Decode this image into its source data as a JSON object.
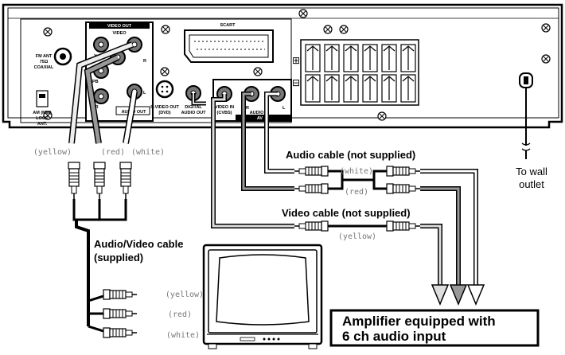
{
  "panel": {
    "video_out_header": "VIDEO OUT",
    "video_label": "VIDEO",
    "scart_label": "SCART",
    "fm_ant_line1": "FM ANT",
    "fm_ant_line2": "75Ω",
    "fm_ant_line3": "COAXIAL",
    "am_ant_line1": "AM (MW)",
    "am_ant_line2": "LOOP",
    "am_ant_line3": "ANT.",
    "pb_label": "PB",
    "pr_label": "PR",
    "y_label": "Y",
    "audio_out_label": "AUDIO OUT",
    "r_label": "R",
    "l_label": "L",
    "svideo_line1": "S-VIDEO OUT",
    "svideo_line2": "(DVD)",
    "digital_line1": "DIGITAL",
    "digital_line2": "AUDIO OUT",
    "video_in_line1": "VIDEO IN",
    "video_in_line2": "(CVBS)",
    "audio_in_label": "AUDIO IN",
    "av_in_label": "AV IN",
    "plus_label": "⊞",
    "minus_label": "⊟"
  },
  "cables": {
    "left_yellow": "(yellow)",
    "left_red": "(red)",
    "left_white": "(white)",
    "audio_cable_title": "Audio cable (not supplied)",
    "audio_white": "(white)",
    "audio_red": "(red)",
    "video_cable_title": "Video cable (not supplied)",
    "video_yellow": "(yellow)",
    "av_cable_title_line1": "Audio/Video cable",
    "av_cable_title_line2": "(supplied)",
    "tv_yellow": "(yellow)",
    "tv_red": "(red)",
    "tv_white": "(white)"
  },
  "wall": {
    "line1": "To wall",
    "line2": "outlet"
  },
  "amplifier": {
    "line1": "Amplifier equipped with",
    "line2": "6 ch audio input"
  }
}
